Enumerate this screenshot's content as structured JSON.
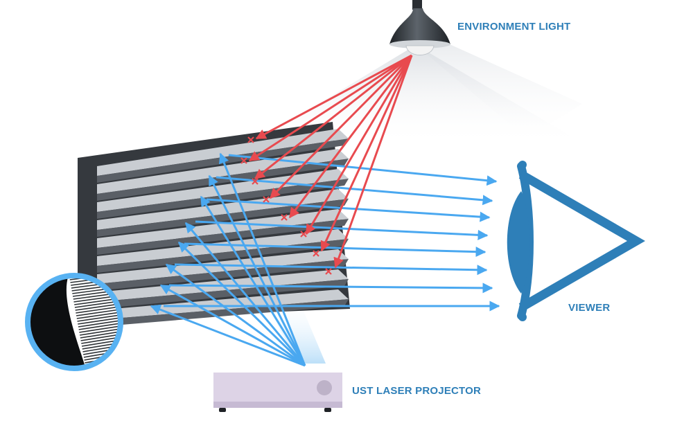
{
  "labels": {
    "environment_light": "ENVIRONMENT LIGHT",
    "viewer": "VIEWER",
    "projector": "UST LASER PROJECTOR"
  },
  "colors": {
    "label": "#2e7fb8",
    "projector_ray": "#4aa8f0",
    "ambient_ray": "#e84a4f",
    "eye": "#2e7fb8",
    "screen_dark": "#35393e",
    "screen_ridge_light": "#c9cdd2",
    "screen_ridge_dark": "#5a5f66",
    "projector_body": "#ddd3e6",
    "magnifier_ring": "#58b2f2"
  },
  "icons": {
    "lamp": "pendant-lamp-icon",
    "eye": "eye-icon",
    "projector": "projector-icon",
    "magnifier": "magnifier-icon"
  }
}
